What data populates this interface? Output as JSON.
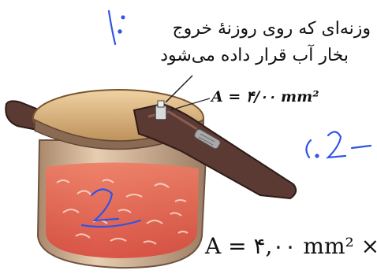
{
  "caption": {
    "line1": "وزنه‌ای که روی روزنهٔ خروج",
    "line2": "بخار آب قرار داده می‌شود"
  },
  "area_label": "A = ۴/۰۰ mm²",
  "area_equation": "A = ۴,۰۰ mm² ×",
  "annotations": {
    "ink_color": "#2f54e6",
    "mark_top": "۱.",
    "mark_right": "(. 2-",
    "mark_pot": "2"
  },
  "colors": {
    "lid": "#d8ab72",
    "handle": "#5b3a33",
    "pot_body": "#c9a98a",
    "food": "#e65a49"
  }
}
